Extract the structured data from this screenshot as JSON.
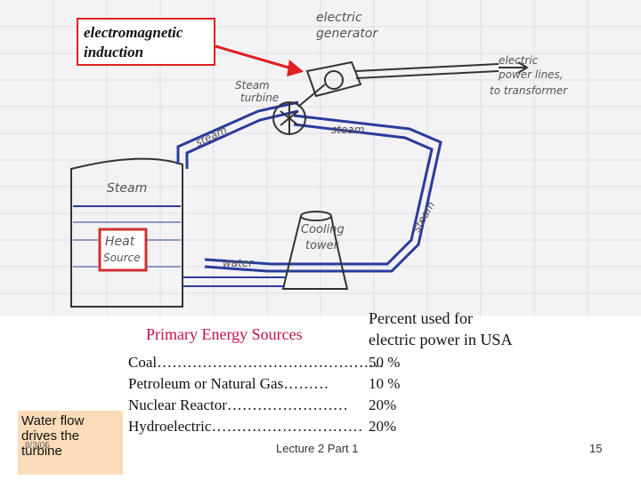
{
  "callout": {
    "line1": "electromagnetic",
    "line2": "induction"
  },
  "sketch_labels": {
    "generator_1": "electric",
    "generator_2": "generator",
    "power_1": "electric",
    "power_2": "power lines,",
    "power_3": "to transformer",
    "turbine_1": "Steam",
    "turbine_2": "turbine",
    "steam_left": "steam",
    "steam_top": "steam",
    "steam_right": "steam",
    "steam_tank": "Steam",
    "heat_1": "Heat",
    "heat_2": "Source",
    "cooling_1": "Cooling",
    "cooling_2": "tower",
    "water": "water"
  },
  "side_note": {
    "text": "Water flow drives the turbine",
    "date": "8/3/05"
  },
  "energy": {
    "title": "Primary Energy Sources",
    "rows": [
      "Coal………………………………………",
      "Petroleum or Natural Gas………",
      "Nuclear Reactor……………………",
      "Hydroelectric…………………………"
    ]
  },
  "percent": {
    "head_1": "Percent used for",
    "head_2": "electric power in USA",
    "values": [
      "50 %",
      "10 %",
      "20%",
      "20%"
    ]
  },
  "footer": {
    "lecture": "Lecture 2 Part 1",
    "page": "15"
  },
  "colors": {
    "pipe": "#2b3b9a",
    "callout_border": "#e02020",
    "title": "#c0104a",
    "note_bg": "#fcdcb8",
    "heat": "#d03030"
  }
}
